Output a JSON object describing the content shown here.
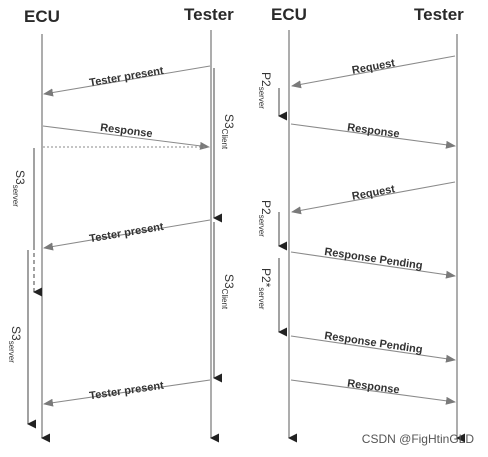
{
  "left_diagram": {
    "ecu_label": "ECU",
    "tester_label": "Tester",
    "messages": {
      "tester_present_1": "Tester present",
      "response": "Response",
      "tester_present_2": "Tester present",
      "tester_present_3": "Tester present"
    },
    "timers": {
      "s3_client_main": "S3",
      "s3_client_sub": "Client",
      "s3_server_main": "S3",
      "s3_server_sub": "server"
    }
  },
  "right_diagram": {
    "ecu_label": "ECU",
    "tester_label": "Tester",
    "messages": {
      "request_1": "Request",
      "response_1": "Response",
      "request_2": "Request",
      "response_pending_1": "Response Pending",
      "response_pending_2": "Response Pending",
      "response_2": "Response"
    },
    "timers": {
      "p2_main": "P2",
      "p2_sub": "server",
      "p2_star_main": "P2*",
      "p2_star_sub": "server"
    }
  },
  "watermark": "CSDN @FigHtinGLD",
  "colors": {
    "line": "#8a8a8a",
    "text": "#2a2a2a",
    "background": "#ffffff"
  }
}
